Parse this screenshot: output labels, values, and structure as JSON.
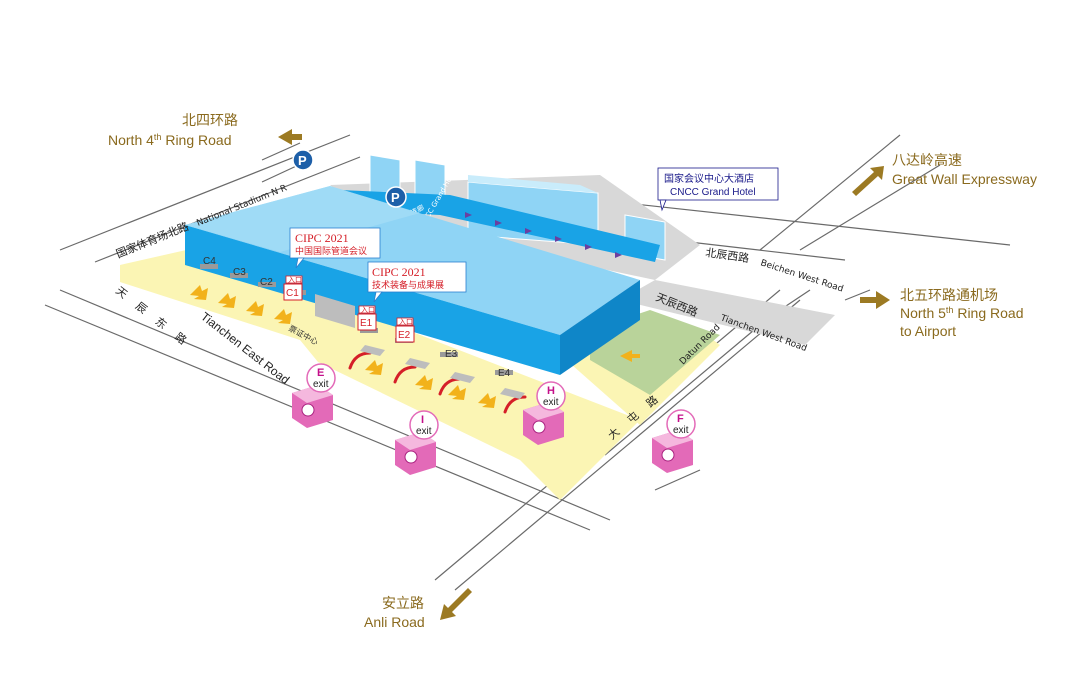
{
  "directions": {
    "north4": {
      "cn": "北四环路",
      "en_prefix": "North 4",
      "en_sup": "th",
      "en_suffix": " Ring Road"
    },
    "great_wall": {
      "cn": "八达岭高速",
      "en": "Great Wall Expressway"
    },
    "north5": {
      "cn": "北五环路通机场",
      "en_prefix": "North 5",
      "en_sup": "th",
      "en_suffix": " Ring Road",
      "en_line2": "to Airport"
    },
    "anli": {
      "cn": "安立路",
      "en": "Anli Road"
    }
  },
  "roads": {
    "national_stadium_n": "National Stadium N R",
    "guojia_tiyuchang": "国家体育场北路",
    "beichen_west_cn": "北辰西路",
    "beichen_west_en": "Beichen West Road",
    "tianchen_west_cn": "天辰西路",
    "tianchen_west_en": "Tianchen West Road",
    "tianchen_east_cn": "天辰东路",
    "tianchen_east_en": "Tianchen East Road",
    "datun_cn": "大屯路",
    "datun_en": "Datun Road"
  },
  "hotel": {
    "cn": "国家会议中心大酒店",
    "en": "CNCC Grand Hotel"
  },
  "corridor": {
    "cn": "空中连廊",
    "en": "Skyway to CNCC Grand Hotel"
  },
  "halls": [
    "C4",
    "C3",
    "C2",
    "E3",
    "E4"
  ],
  "ticket_office": "票证中心",
  "cipc": [
    {
      "title": "CIPC 2021",
      "subtitle": "中国国际管道会议"
    },
    {
      "title": "CIPC 2021",
      "subtitle": "技术装备与成果展"
    }
  ],
  "gates": [
    {
      "cn": "入口",
      "id": "C1"
    },
    {
      "cn": "入口",
      "id": "E1"
    },
    {
      "cn": "入口",
      "id": "E2"
    }
  ],
  "exits": [
    {
      "letter": "E",
      "word": "exit"
    },
    {
      "letter": "I",
      "word": "exit"
    },
    {
      "letter": "H",
      "word": "exit"
    },
    {
      "letter": "F",
      "word": "exit"
    }
  ],
  "parking": [
    "P",
    "P"
  ],
  "colors": {
    "building": "#19a3e6",
    "building_light": "#8fd4f5",
    "yard": "#fbf5b4",
    "green": "#b9d39a",
    "road_grey": "#d8d8d8",
    "arrow_brown": "#9c7a23",
    "arrow_yellow": "#f2b21b",
    "exit_magenta": "#d8409f",
    "red": "#d51f28"
  }
}
